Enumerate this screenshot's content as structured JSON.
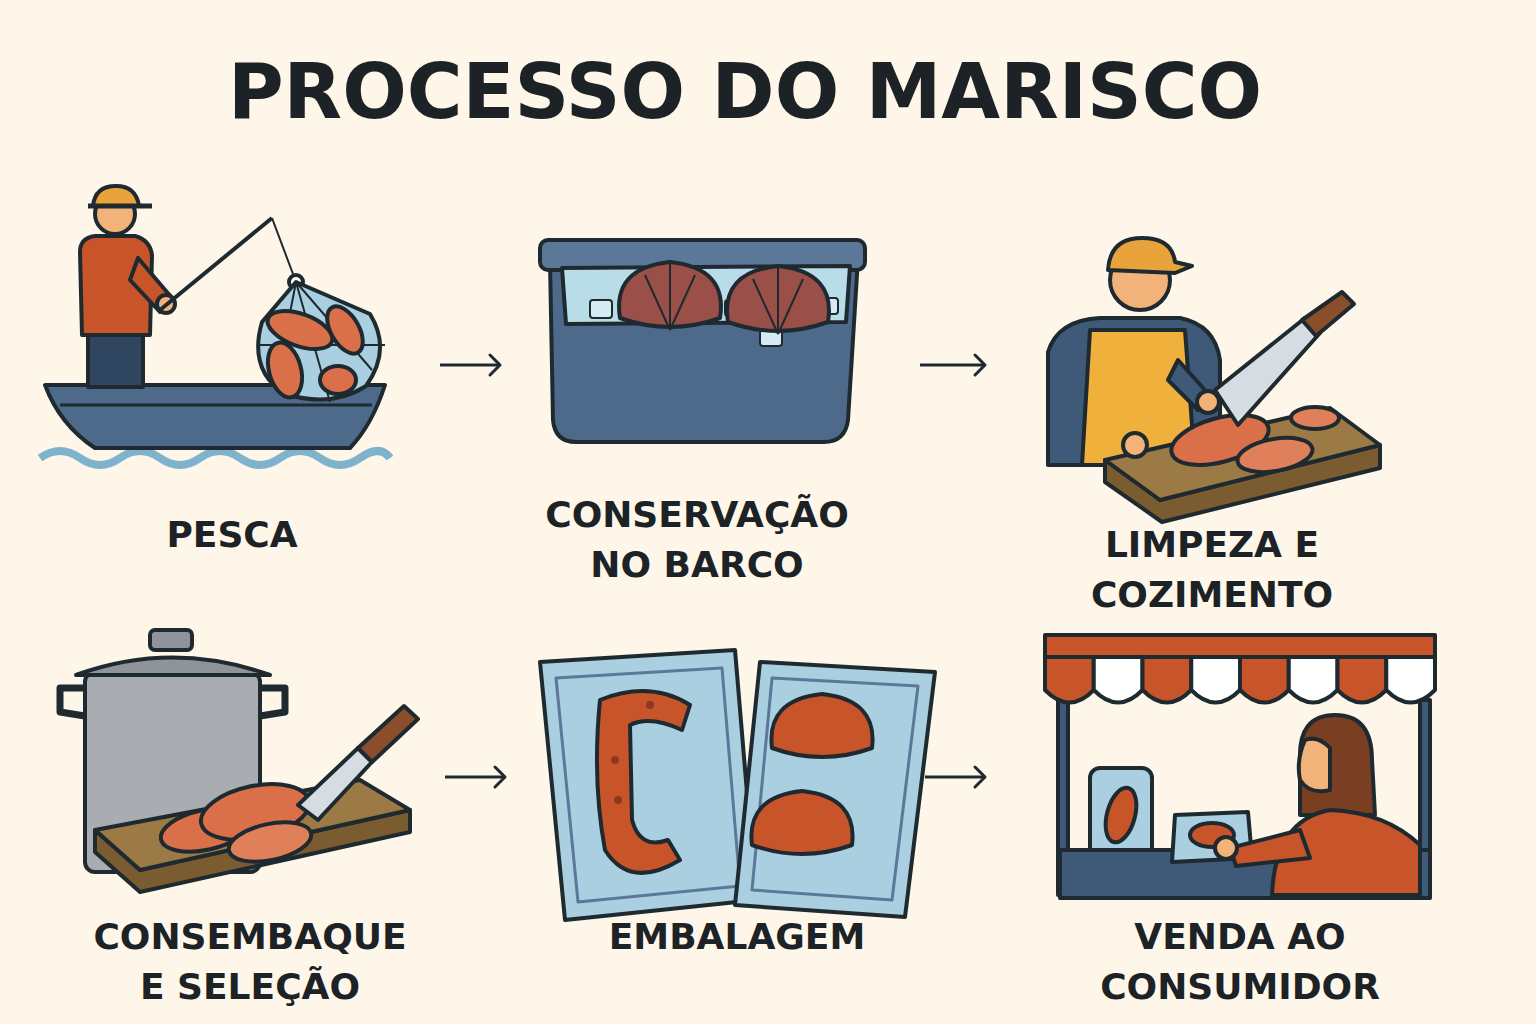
{
  "diagram": {
    "title": "PROCESSO DO MARISCO",
    "nodes": [
      {
        "text": [
          "PESCA"
        ]
      },
      {
        "text": [
          "CONSERVAÇÃO NO BARCO"
        ]
      },
      {
        "text": [
          "LIMPEZA E COZIMENTO"
        ]
      },
      {
        "text": [
          "CONSEMBAQUE E SELEÇÃO"
        ]
      },
      {
        "text": [
          "EMBALAGEM"
        ]
      },
      {
        "text": [
          "VENDA AO CONSUMIDOR"
        ]
      }
    ],
    "edges": [
      {
        "from": 0,
        "to": 1,
        "arrow": "to"
      },
      {
        "from": 1,
        "to": 2,
        "arrow": "to"
      },
      {
        "from": 3,
        "to": 4,
        "arrow": "to"
      },
      {
        "from": 4,
        "to": 5,
        "arrow": "to"
      }
    ]
  }
}
